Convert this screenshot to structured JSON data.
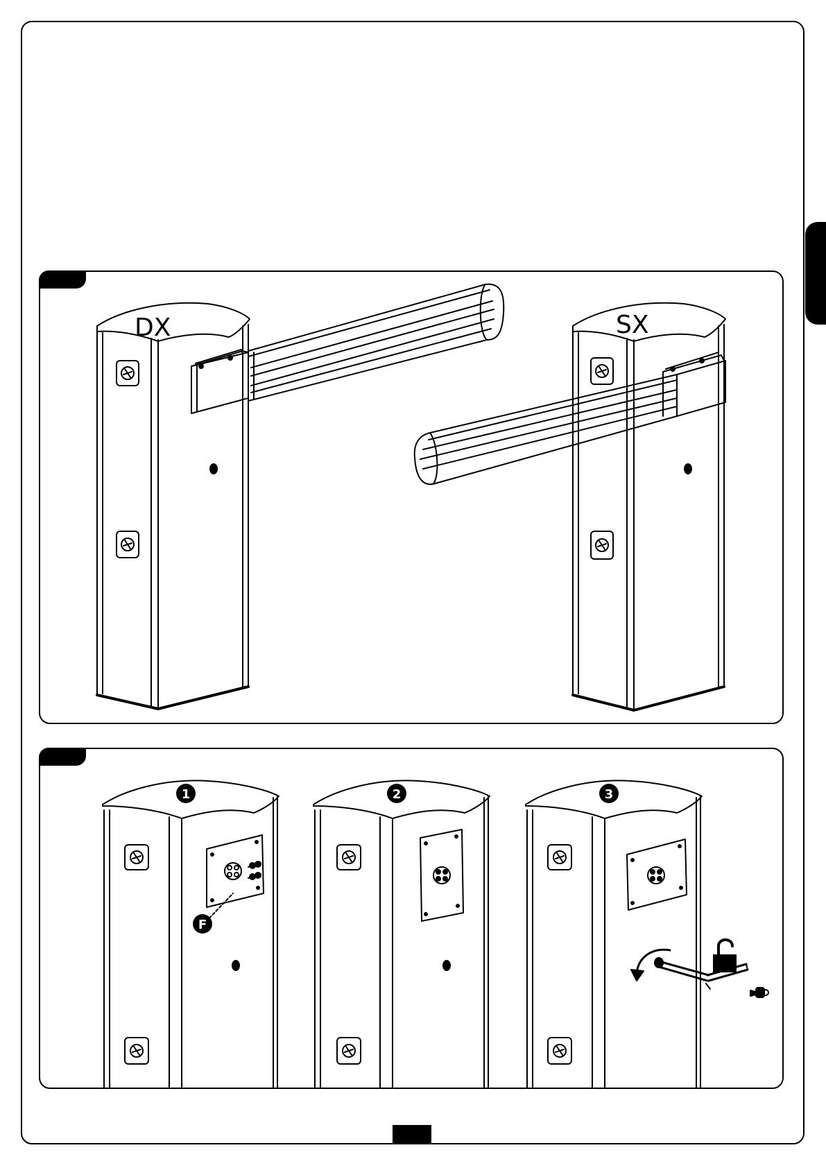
{
  "figure_a": {
    "label_right": "DX",
    "label_left": "SX"
  },
  "figure_b": {
    "steps": [
      {
        "number": "1"
      },
      {
        "number": "2"
      },
      {
        "number": "3"
      }
    ],
    "callout": "F"
  },
  "colors": {
    "ink": "#000000",
    "paper": "#ffffff"
  }
}
